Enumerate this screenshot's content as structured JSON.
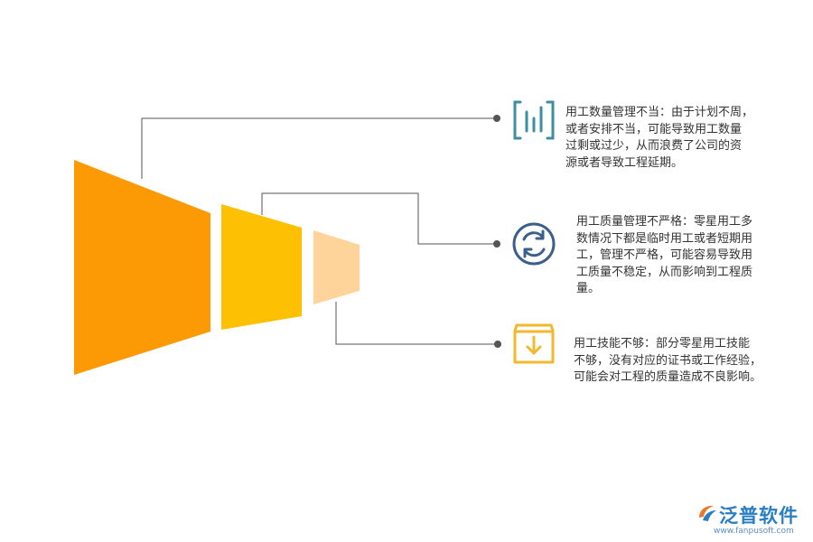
{
  "items": [
    {
      "text": "用工数量管理不当：由于计划不周，\n或者安排不当，可能导致用工数量\n过剩或过少，从而浪费了公司的资\n源或者导致工程延期。",
      "icon": "bar-chart-icon",
      "color": "#3e8ea3"
    },
    {
      "text": "用工质量管理不严格：零星用工多\n数情况下都是临时用工或者短期用\n工，管理不严格，可能容易导致用\n工质量不稳定，从而影响到工程质\n量。",
      "icon": "refresh-icon",
      "color": "#3a5f8a"
    },
    {
      "text": "用工技能不够：部分零星用工技能\n不够，没有对应的证书或工作经验，\n可能会对工程的质量造成不良影响。",
      "icon": "download-box-icon",
      "color": "#f2b92e"
    }
  ],
  "funnel_colors": [
    "#fb9a04",
    "#fdc002",
    "#fed49b"
  ],
  "logo": {
    "brand": "泛普软件",
    "url": "www.fanpusoft.com"
  }
}
